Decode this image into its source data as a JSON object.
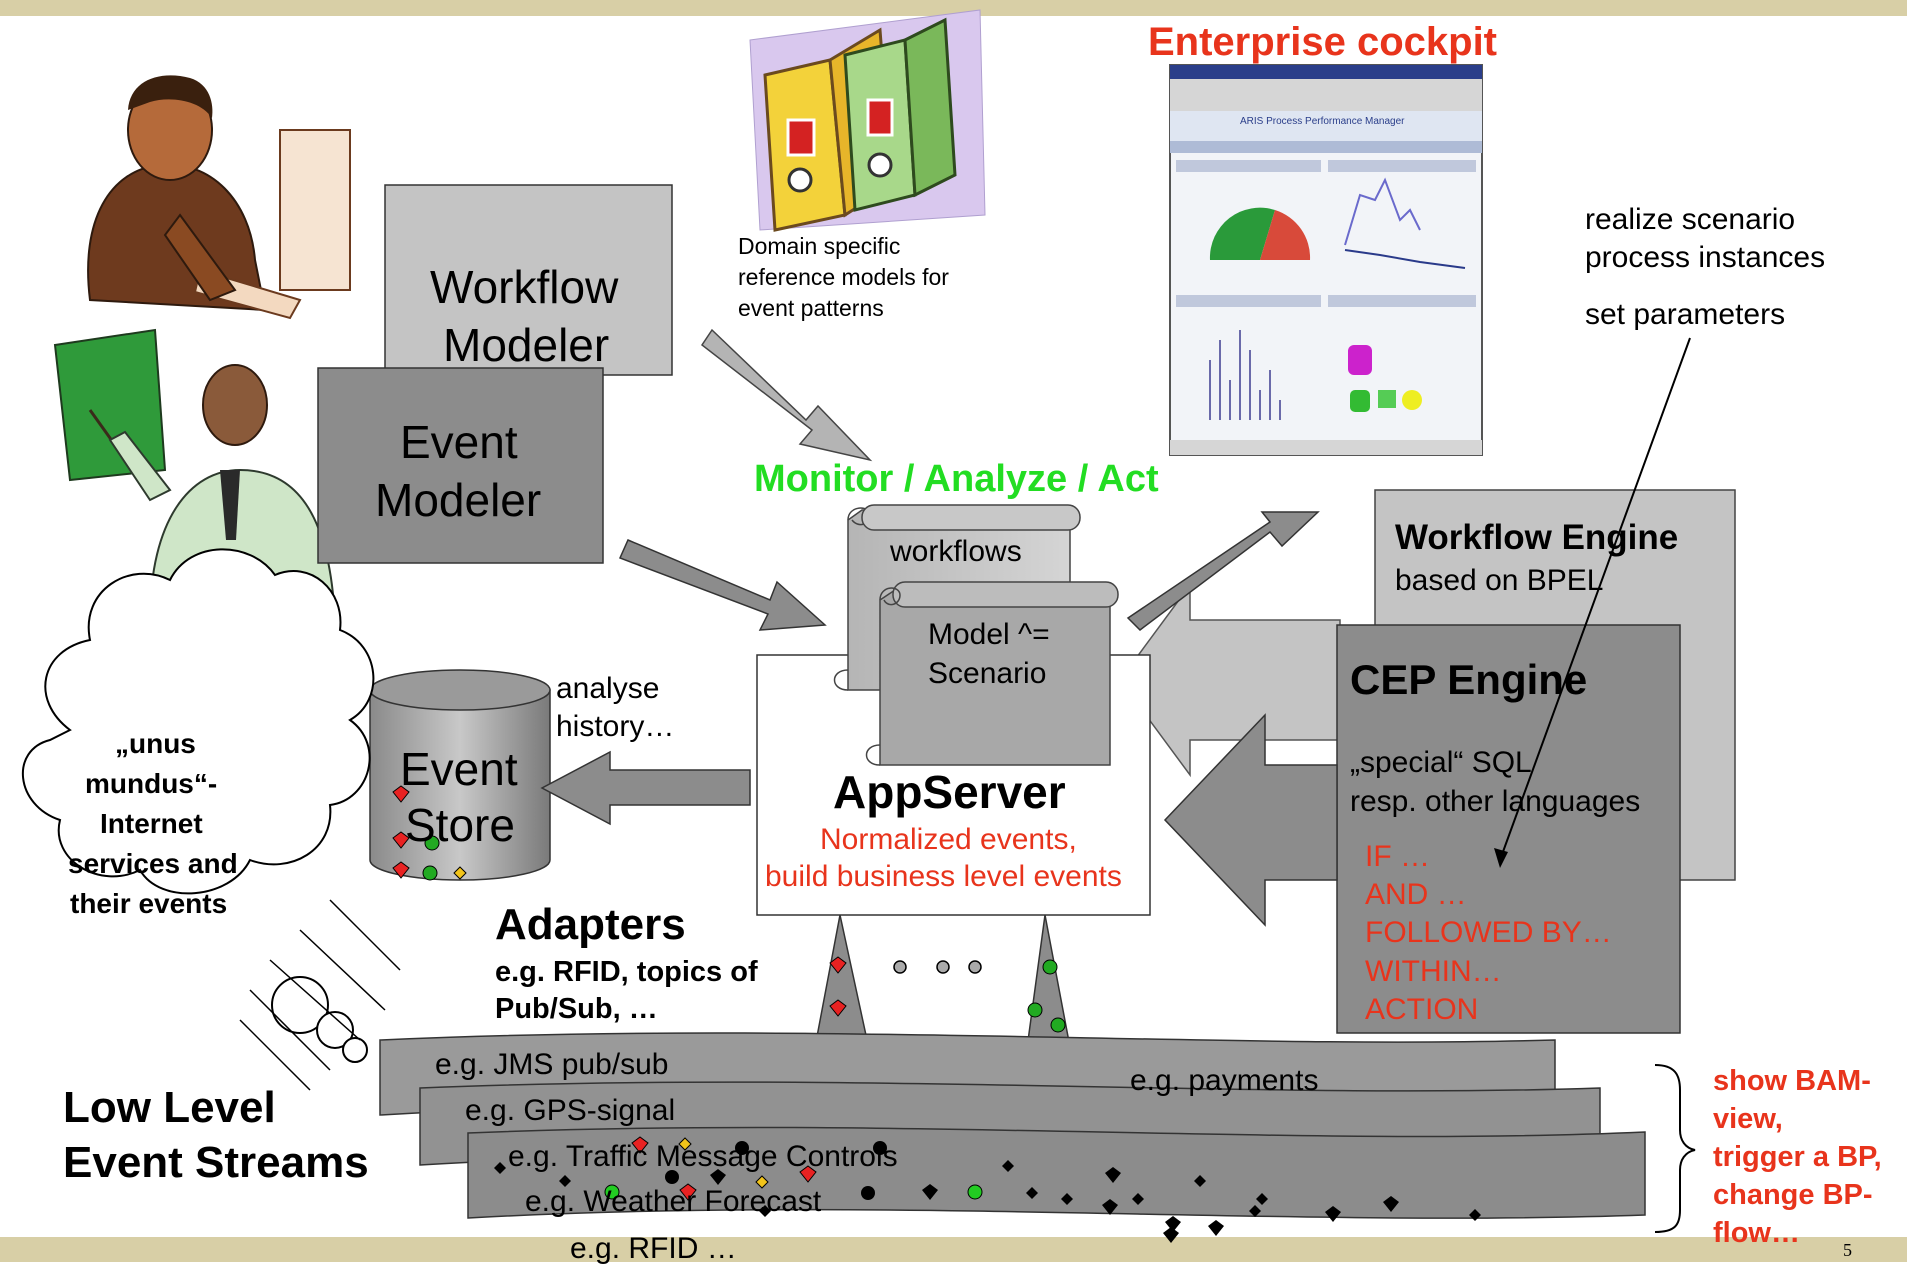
{
  "headings": {
    "enterprise_cockpit": "Enterprise cockpit",
    "monitor": "Monitor / Analyze / Act"
  },
  "colors": {
    "accent_red": "#e8341c",
    "accent_green": "#22dd22",
    "box_dark": "#8c8c8c",
    "box_light": "#c4c4c4",
    "band": "#d8cfa6"
  },
  "modelers": {
    "workflow_l1": "Workflow",
    "workflow_l2": "Modeler",
    "event_l1": "Event",
    "event_l2": "Modeler"
  },
  "domain_models": {
    "l1": "Domain specific",
    "l2": "reference models for",
    "l3": "event patterns"
  },
  "realize": {
    "l1": "realize scenario",
    "l2": "process instances",
    "l3": "set parameters"
  },
  "scrolls": {
    "workflows": "workflows",
    "model_l1": "Model ^=",
    "model_l2": "Scenario"
  },
  "appserver": {
    "title": "AppServer",
    "sub1": "Normalized events,",
    "sub2": "build business level events"
  },
  "workflow_engine": {
    "title": "Workflow Engine",
    "sub": "based on BPEL"
  },
  "cep_engine": {
    "title": "CEP Engine",
    "sql1": "„special“ SQL",
    "sql2": "resp. other languages",
    "keywords": [
      "IF …",
      "AND …",
      "FOLLOWED BY…",
      "WITHIN…",
      "ACTION"
    ]
  },
  "event_store": {
    "l1": "Event",
    "l2": "Store",
    "analyse1": "analyse",
    "analyse2": "history…"
  },
  "cloud": {
    "l1": "„unus",
    "l2": "mundus“-",
    "l3": "Internet",
    "l4": "services and",
    "l5": "their events"
  },
  "adapters": {
    "title": "Adapters",
    "l1": "e.g. RFID, topics of",
    "l2": "Pub/Sub, …"
  },
  "low_level": {
    "l1": "Low Level",
    "l2": "Event Streams"
  },
  "streams": [
    "e.g. JMS pub/sub",
    "e.g. GPS-signal",
    "e.g. Traffic Message Controls",
    "e.g. Weather Forecast",
    "e.g. RFID …"
  ],
  "payments": "e.g. payments",
  "bam": {
    "l1": "show BAM-",
    "l2": "view,",
    "l3": "trigger a BP,",
    "l4": "change BP-",
    "l5": "flow…"
  },
  "page_number": "5",
  "cockpit_screen": {
    "title": "ARIS Process Performance Manager"
  }
}
